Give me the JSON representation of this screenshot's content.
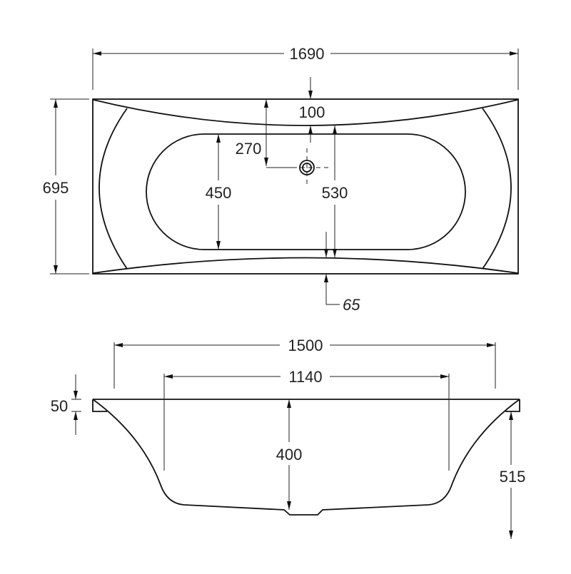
{
  "top_view": {
    "overall_length": "1690",
    "overall_width": "695",
    "drain_offset": "270",
    "rim_top": "100",
    "inner_width": "450",
    "bowl_width": "530",
    "rim_bottom": "65"
  },
  "side_view": {
    "top_length": "1500",
    "bottom_length": "1140",
    "rim_thickness": "50",
    "depth": "400",
    "overall_height": "515"
  },
  "colors": {
    "line": "#111111",
    "background": "#ffffff"
  }
}
